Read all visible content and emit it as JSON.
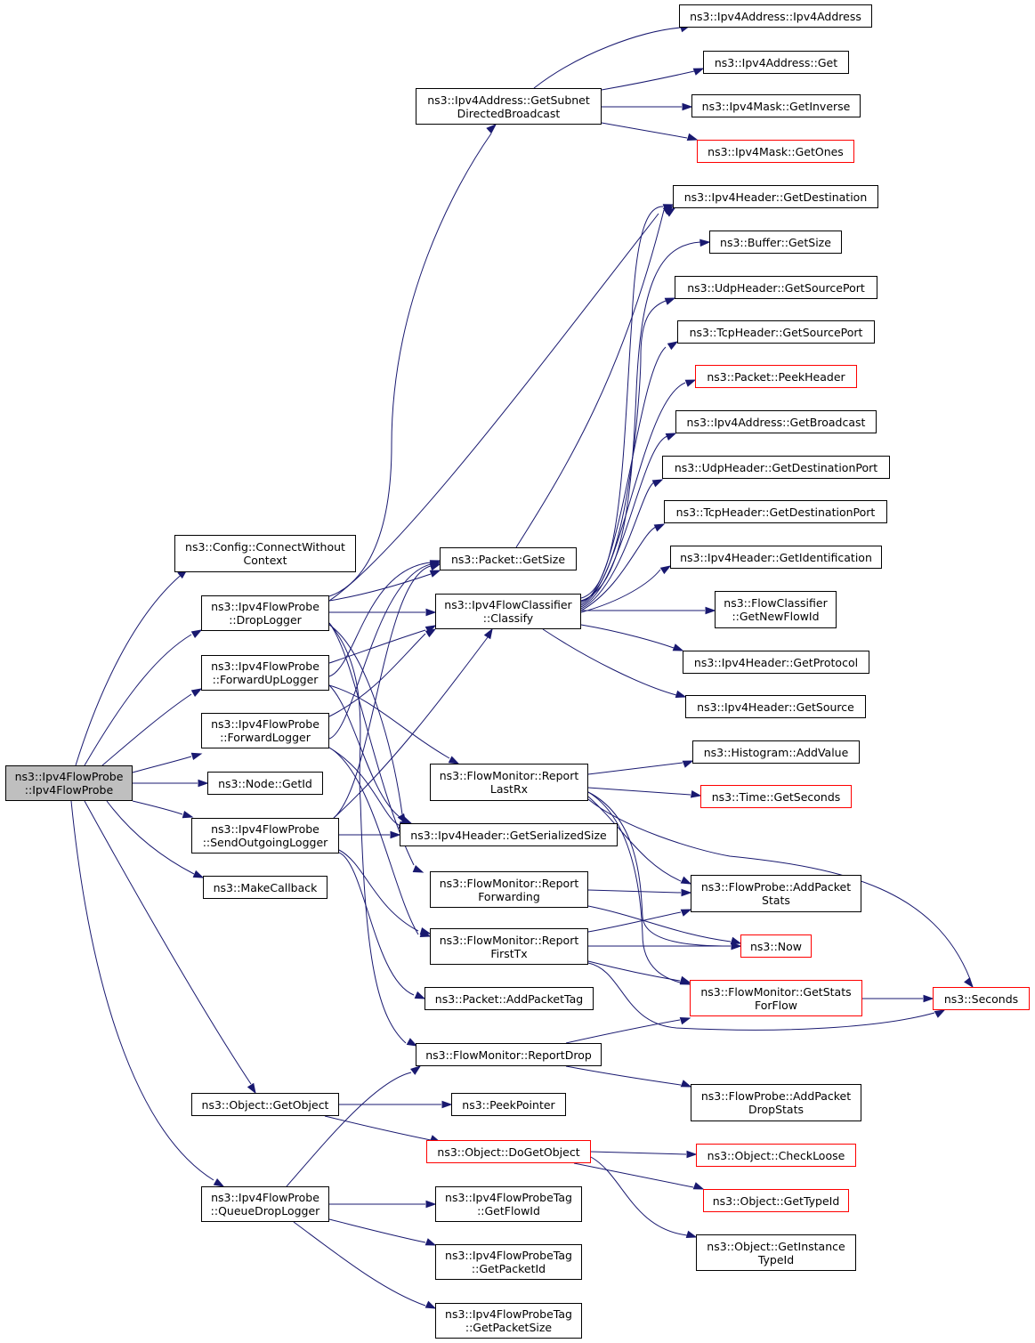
{
  "colors": {
    "edge": "#191970",
    "node_border": "#000000",
    "node_border_truncated": "#ff0000",
    "root_fill": "#bfbfbf"
  },
  "nodes": {
    "root": "ns3::Ipv4FlowProbe\n::Ipv4FlowProbe",
    "connect_without_context": "ns3::Config::ConnectWithout\nContext",
    "drop_logger": "ns3::Ipv4FlowProbe\n::DropLogger",
    "forward_up_logger": "ns3::Ipv4FlowProbe\n::ForwardUpLogger",
    "forward_logger": "ns3::Ipv4FlowProbe\n::ForwardLogger",
    "node_get_id": "ns3::Node::GetId",
    "send_outgoing_logger": "ns3::Ipv4FlowProbe\n::SendOutgoingLogger",
    "make_callback": "ns3::MakeCallback",
    "get_object": "ns3::Object::GetObject",
    "queue_drop_logger": "ns3::Ipv4FlowProbe\n::QueueDropLogger",
    "get_subnet_directed_broadcast": "ns3::Ipv4Address::GetSubnet\nDirectedBroadcast",
    "packet_get_size": "ns3::Packet::GetSize",
    "classify": "ns3::Ipv4FlowClassifier\n::Classify",
    "report_last_rx": "ns3::FlowMonitor::Report\nLastRx",
    "get_serialized_size": "ns3::Ipv4Header::GetSerializedSize",
    "report_forwarding": "ns3::FlowMonitor::Report\nForwarding",
    "report_first_tx": "ns3::FlowMonitor::Report\nFirstTx",
    "add_packet_tag": "ns3::Packet::AddPacketTag",
    "report_drop": "ns3::FlowMonitor::ReportDrop",
    "peek_pointer": "ns3::PeekPointer",
    "do_get_object": "ns3::Object::DoGetObject",
    "tag_get_flow_id": "ns3::Ipv4FlowProbeTag\n::GetFlowId",
    "tag_get_packet_id": "ns3::Ipv4FlowProbeTag\n::GetPacketId",
    "tag_get_packet_size": "ns3::Ipv4FlowProbeTag\n::GetPacketSize",
    "ipv4address_ctor": "ns3::Ipv4Address::Ipv4Address",
    "ipv4address_get": "ns3::Ipv4Address::Get",
    "mask_get_inverse": "ns3::Ipv4Mask::GetInverse",
    "mask_get_ones": "ns3::Ipv4Mask::GetOnes",
    "header_get_destination": "ns3::Ipv4Header::GetDestination",
    "buffer_get_size": "ns3::Buffer::GetSize",
    "udp_get_source_port": "ns3::UdpHeader::GetSourcePort",
    "tcp_get_source_port": "ns3::TcpHeader::GetSourcePort",
    "packet_peek_header": "ns3::Packet::PeekHeader",
    "address_get_broadcast": "ns3::Ipv4Address::GetBroadcast",
    "udp_get_destination_port": "ns3::UdpHeader::GetDestinationPort",
    "tcp_get_destination_port": "ns3::TcpHeader::GetDestinationPort",
    "header_get_identification": "ns3::Ipv4Header::GetIdentification",
    "get_new_flow_id": "ns3::FlowClassifier\n::GetNewFlowId",
    "header_get_protocol": "ns3::Ipv4Header::GetProtocol",
    "header_get_source": "ns3::Ipv4Header::GetSource",
    "histogram_add_value": "ns3::Histogram::AddValue",
    "time_get_seconds": "ns3::Time::GetSeconds",
    "add_packet_stats": "ns3::FlowProbe::AddPacket\nStats",
    "now": "ns3::Now",
    "get_stats_for_flow": "ns3::FlowMonitor::GetStats\nForFlow",
    "seconds": "ns3::Seconds",
    "add_packet_drop_stats": "ns3::FlowProbe::AddPacket\nDropStats",
    "check_loose": "ns3::Object::CheckLoose",
    "get_type_id": "ns3::Object::GetTypeId",
    "get_instance_type_id": "ns3::Object::GetInstance\nTypeId"
  }
}
